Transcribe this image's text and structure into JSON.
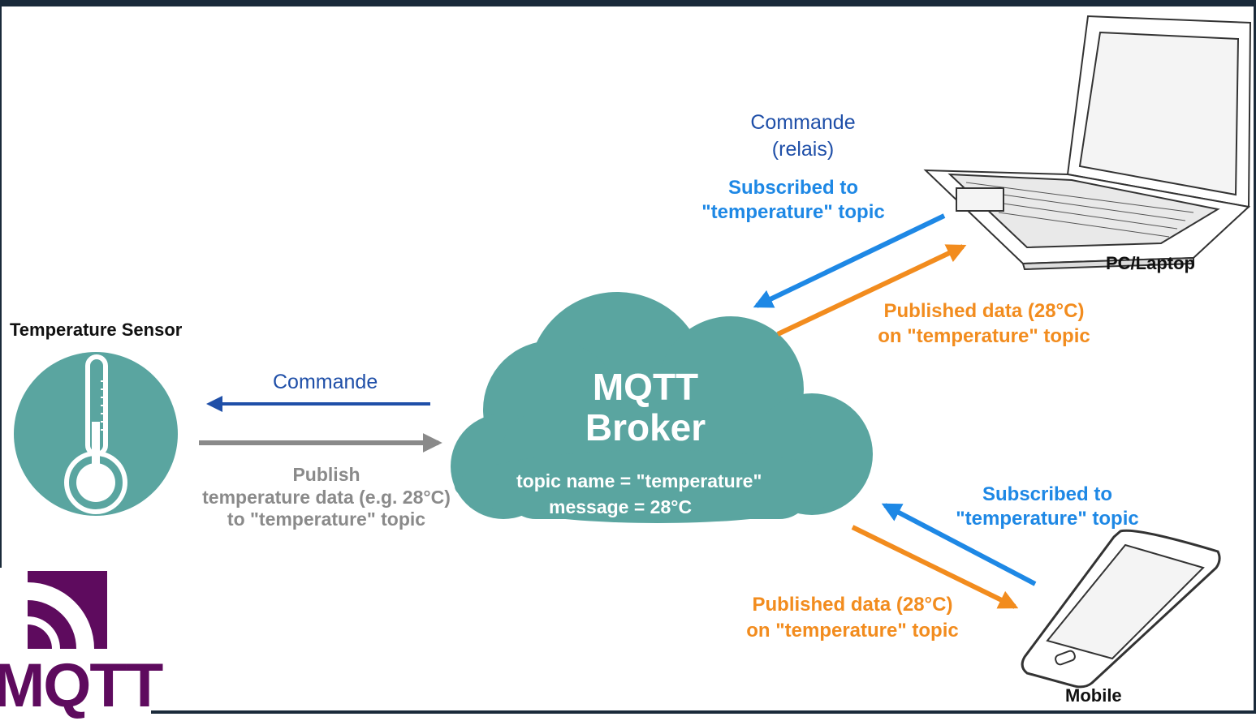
{
  "sensor": {
    "title": "Temperature Sensor"
  },
  "broker": {
    "title_line1": "MQTT",
    "title_line2": "Broker",
    "topic": "topic name = \"temperature\"",
    "message": "message = 28°C"
  },
  "left_arrows": {
    "command": "Commande",
    "publish_line1": "Publish",
    "publish_line2": "temperature data (e.g. 28°C)",
    "publish_line3": "to \"temperature\" topic"
  },
  "laptop": {
    "label": "PC/Laptop",
    "command_line1": "Commande",
    "command_line2": "(relais)",
    "subscribed_line1": "Subscribed to",
    "subscribed_line2": "\"temperature\" topic",
    "published_line1": "Published data (28°C)",
    "published_line2": "on \"temperature\" topic"
  },
  "mobile": {
    "label": "Mobile",
    "subscribed_line1": "Subscribed to",
    "subscribed_line2": "\"temperature\" topic",
    "published_line1": "Published data (28°C)",
    "published_line2": "on \"temperature\" topic"
  },
  "logo": {
    "text": "MQTT"
  },
  "colors": {
    "teal": "#5aa5a0",
    "blue_arrow": "#1e88e5",
    "orange_arrow": "#f28c1e",
    "grey_arrow": "#8a8a8a",
    "command_arrow": "#1f4fa8",
    "logo_purple": "#5e0b5e"
  }
}
